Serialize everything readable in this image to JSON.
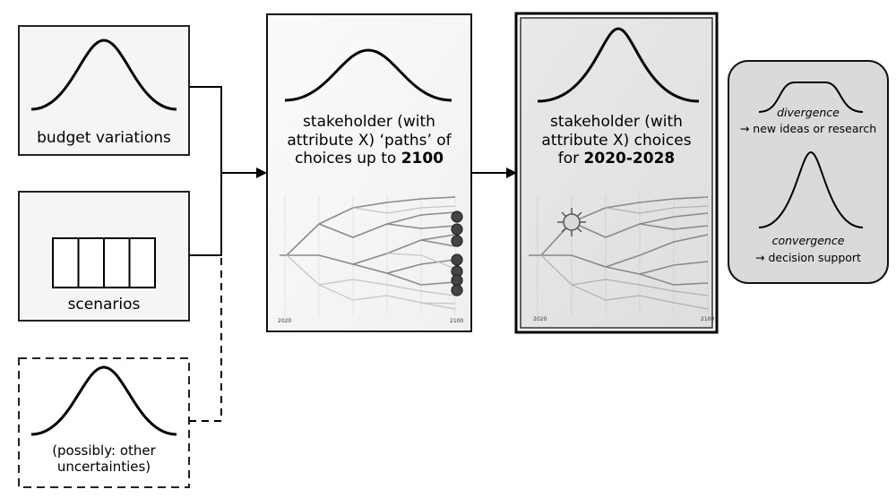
{
  "inputs": {
    "budget": {
      "label": "budget variations"
    },
    "scenarios": {
      "label": "scenarios",
      "cell_count": 4
    },
    "other": {
      "label_line1": "(possibly: other",
      "label_line2": "uncertainties)"
    }
  },
  "paths_box": {
    "line1": "stakeholder (with",
    "line2": "attribute X) ‘paths’ of",
    "line3_prefix": "choices up to ",
    "line3_bold": "2100",
    "tick_start": "2020",
    "tick_end": "2100"
  },
  "choices_box": {
    "line1": "stakeholder (with",
    "line2": "attribute X) choices",
    "line3_prefix": "for ",
    "line3_bold": "2020-2028",
    "tick_start": "2020",
    "tick_end": "2100"
  },
  "outcomes": {
    "divergence_title": "divergence",
    "divergence_desc": "→ new ideas or research",
    "convergence_title": "convergence",
    "convergence_desc": "→ decision support"
  }
}
